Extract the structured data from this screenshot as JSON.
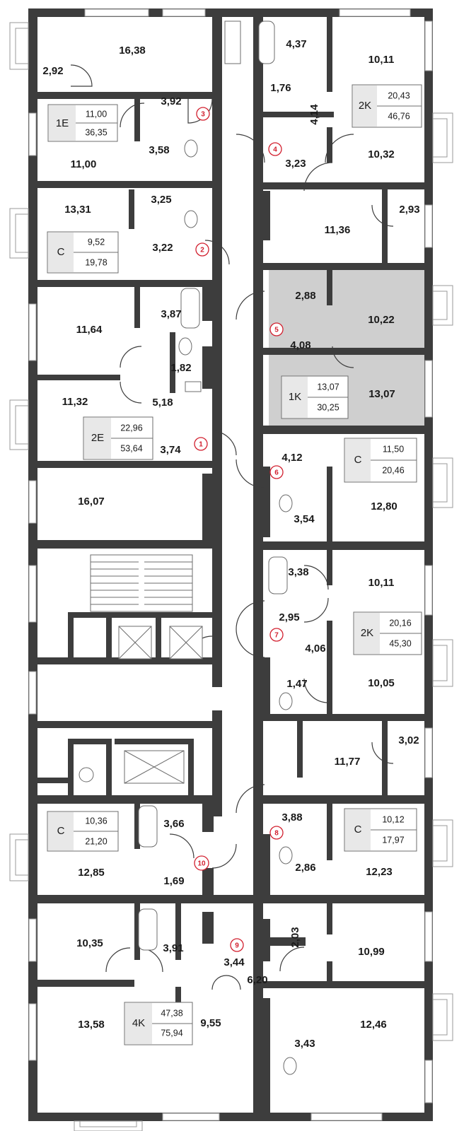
{
  "plan": {
    "rooms": [
      {
        "id": "r1",
        "area": "16,38"
      },
      {
        "id": "r2",
        "area": "2,92"
      },
      {
        "id": "r3",
        "area": "3,92"
      },
      {
        "id": "r4",
        "area": "11,00"
      },
      {
        "id": "r5",
        "area": "3,58"
      },
      {
        "id": "r6",
        "area": "13,31"
      },
      {
        "id": "r7",
        "area": "3,25"
      },
      {
        "id": "r8",
        "area": "3,22"
      },
      {
        "id": "r9",
        "area": "11,64"
      },
      {
        "id": "r10",
        "area": "3,87"
      },
      {
        "id": "r11",
        "area": "1,82"
      },
      {
        "id": "r12",
        "area": "11,32"
      },
      {
        "id": "r13",
        "area": "5,18"
      },
      {
        "id": "r14",
        "area": "3,74"
      },
      {
        "id": "r15",
        "area": "16,07"
      },
      {
        "id": "r16",
        "area": "3,66"
      },
      {
        "id": "r17",
        "area": "12,85"
      },
      {
        "id": "r18",
        "area": "1,69"
      },
      {
        "id": "r19",
        "area": "10,35"
      },
      {
        "id": "r20",
        "area": "3,91"
      },
      {
        "id": "r21",
        "area": "3,44"
      },
      {
        "id": "r22",
        "area": "6,20"
      },
      {
        "id": "r23",
        "area": "13,58"
      },
      {
        "id": "r24",
        "area": "9,55"
      },
      {
        "id": "r25",
        "area": "4,37"
      },
      {
        "id": "r26",
        "area": "10,11"
      },
      {
        "id": "r27",
        "area": "1,76"
      },
      {
        "id": "r28",
        "area": "4,14"
      },
      {
        "id": "r29",
        "area": "3,23"
      },
      {
        "id": "r30",
        "area": "10,32"
      },
      {
        "id": "r31",
        "area": "11,36"
      },
      {
        "id": "r32",
        "area": "2,93"
      },
      {
        "id": "r33",
        "area": "2,88"
      },
      {
        "id": "r34",
        "area": "10,22"
      },
      {
        "id": "r35",
        "area": "4,08"
      },
      {
        "id": "r36",
        "area": "13,07"
      },
      {
        "id": "r37",
        "area": "4,12"
      },
      {
        "id": "r38",
        "area": "12,80"
      },
      {
        "id": "r39",
        "area": "3,54"
      },
      {
        "id": "r40",
        "area": "3,38"
      },
      {
        "id": "r41",
        "area": "10,11"
      },
      {
        "id": "r42",
        "area": "2,95"
      },
      {
        "id": "r43",
        "area": "4,06"
      },
      {
        "id": "r44",
        "area": "10,05"
      },
      {
        "id": "r45",
        "area": "1,47"
      },
      {
        "id": "r46",
        "area": "11,77"
      },
      {
        "id": "r47",
        "area": "3,02"
      },
      {
        "id": "r48",
        "area": "3,88"
      },
      {
        "id": "r49",
        "area": "12,23"
      },
      {
        "id": "r50",
        "area": "2,86"
      },
      {
        "id": "r51",
        "area": "2,03"
      },
      {
        "id": "r52",
        "area": "10,99"
      },
      {
        "id": "r53",
        "area": "12,46"
      },
      {
        "id": "r54",
        "area": "3,43"
      }
    ],
    "apartments": [
      {
        "number": "1",
        "type": "2E",
        "living": "22,96",
        "total": "53,64"
      },
      {
        "number": "2",
        "type": "C",
        "living": "9,52",
        "total": "19,78"
      },
      {
        "number": "3",
        "type": "1E",
        "living": "11,00",
        "total": "36,35"
      },
      {
        "number": "4",
        "type": "2K",
        "living": "20,43",
        "total": "46,76"
      },
      {
        "number": "5",
        "type": "1K",
        "living": "13,07",
        "total": "30,25"
      },
      {
        "number": "6",
        "type": "C",
        "living": "11,50",
        "total": "20,46"
      },
      {
        "number": "7",
        "type": "2K",
        "living": "20,16",
        "total": "45,30"
      },
      {
        "number": "8",
        "type": "C",
        "living": "10,12",
        "total": "17,97"
      },
      {
        "number": "9",
        "type": "4K",
        "living": "47,38",
        "total": "75,94"
      },
      {
        "number": "10",
        "type": "C",
        "living": "10,36",
        "total": "21,20"
      }
    ],
    "colors": {
      "wall": "#3d3d3d",
      "highlight": "#cfcfcf",
      "number": "#d2202f"
    }
  }
}
